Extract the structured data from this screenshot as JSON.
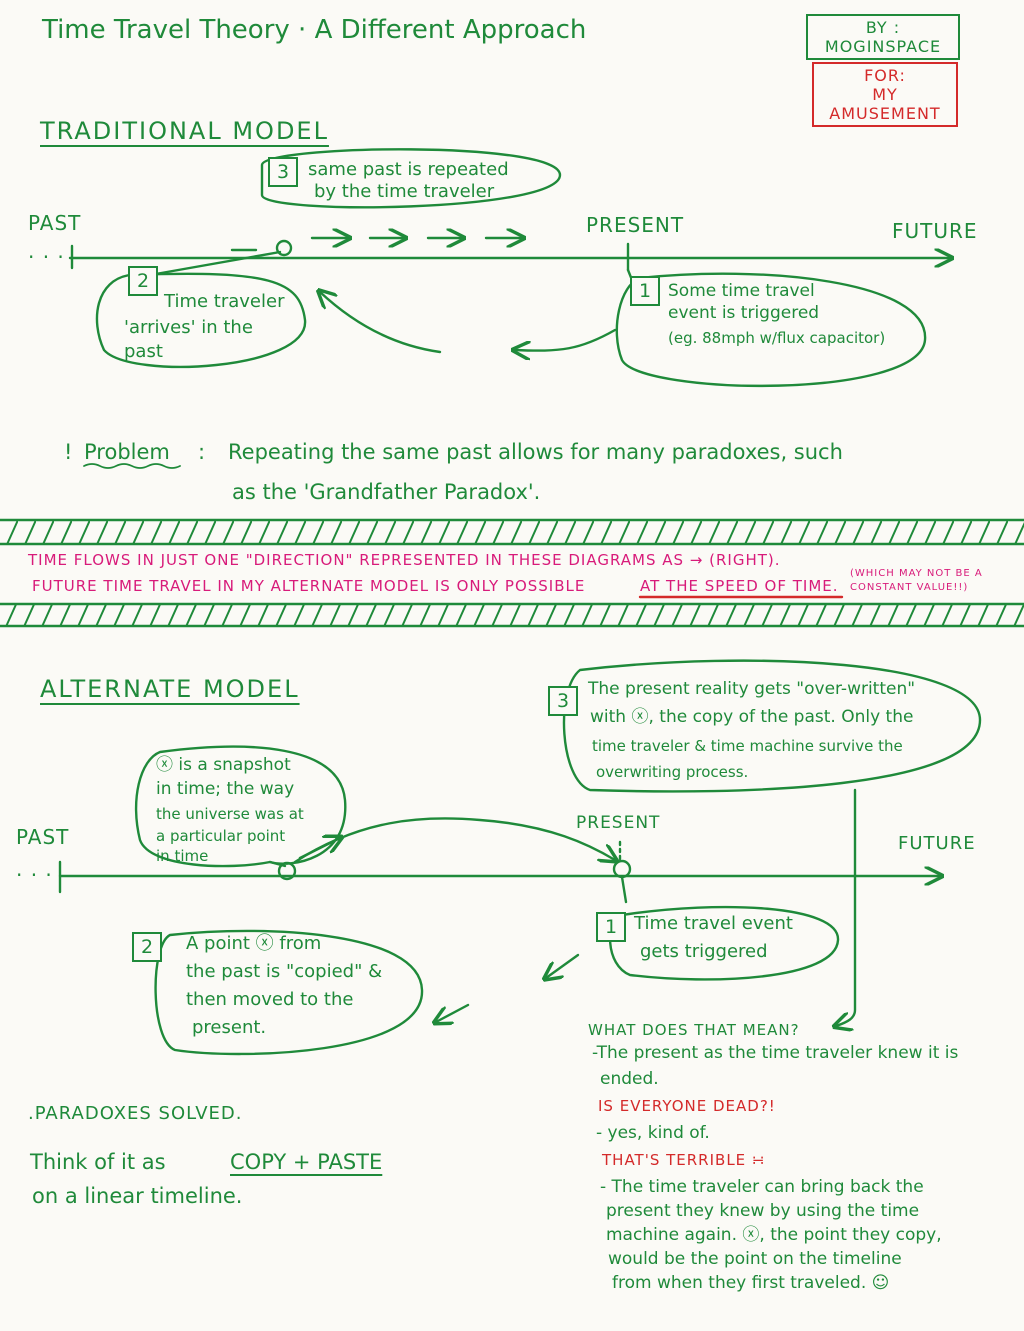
{
  "title": "Time Travel Theory · A Different Approach",
  "credits": {
    "by_label": "BY :",
    "author": "MOGINSPACE",
    "for_label": "FOR:",
    "purpose": "MY AMUSEMENT"
  },
  "traditional": {
    "heading": "TRADITIONAL MODEL",
    "past": "PAST",
    "dots": "· · ·",
    "present": "PRESENT",
    "future": "FUTURE",
    "step1_num": "1",
    "step1_line1": "Some time travel",
    "step1_line2": "event is triggered",
    "step1_line3": "(eg. 88mph w/flux capacitor)",
    "step2_num": "2",
    "step2_line1": "Time traveler",
    "step2_line2": "'arrives' in the",
    "step2_line3": "past",
    "step3_num": "3",
    "step3_line1": "same past is repeated",
    "step3_line2": "by the time traveler",
    "problem_mark": "!",
    "problem_label": "Problem",
    "problem_colon": ":",
    "problem_line1": "Repeating the same past allows for many paradoxes, such",
    "problem_line2": "as the 'Grandfather Paradox'."
  },
  "banner": {
    "line1": "TIME FLOWS IN JUST ONE \"DIRECTION\" REPRESENTED IN THESE DIAGRAMS AS → (RIGHT).",
    "line2_prefix": "FUTURE TIME TRAVEL IN MY ALTERNATE MODEL IS ONLY POSSIBLE",
    "line2_emph": "AT THE SPEED OF TIME.",
    "aside1": "(WHICH MAY NOT BE A",
    "aside2": "CONSTANT VALUE!!)"
  },
  "alternate": {
    "heading": "ALTERNATE MODEL",
    "past": "PAST",
    "dots": "· · ·",
    "present": "PRESENT",
    "future": "FUTURE",
    "snap_line1": "ⓧ is a snapshot",
    "snap_line2": "in time; the way",
    "snap_line3": "the universe was at",
    "snap_line4": "a particular point",
    "snap_line5": "in time",
    "step1_num": "1",
    "step1_line1": "Time travel event",
    "step1_line2": "gets triggered",
    "step2_num": "2",
    "step2_line1": "A point ⓧ from",
    "step2_line2": "the past is \"copied\" &",
    "step2_line3": "then moved to the",
    "step2_line4": "present.",
    "step3_num": "3",
    "step3_line1": "The present reality gets \"over-written\"",
    "step3_line2": "with ⓧ, the copy of the past. Only the",
    "step3_line3": "time traveler & time machine survive the",
    "step3_line4": "overwriting process.",
    "marker": "ⓧ"
  },
  "qa": {
    "q1": "WHAT DOES THAT MEAN?",
    "a1_line1": "-The present as the time traveler knew it is",
    "a1_line2": "ended.",
    "q2": "IS EVERYONE DEAD?!",
    "a2": "- yes, kind of.",
    "q3": "THAT'S TERRIBLE ∺",
    "a3_line1": "- The time traveler can bring back the",
    "a3_line2": "present they knew by using the time",
    "a3_line3": "machine again. ⓧ, the point they copy,",
    "a3_line4": "would be the point on the timeline",
    "a3_line5": "from when they first traveled. ☺"
  },
  "summary": {
    "line1": ".PARADOXES SOLVED.",
    "line2_prefix": "Think of it as",
    "line2_emph": "COPY + PASTE",
    "line3": "on a linear timeline."
  },
  "colors": {
    "green": "#1f8a3a",
    "magenta": "#d81b7a",
    "red": "#d42a2a"
  },
  "icons": {
    "arrow": "arrow-right-icon",
    "marker": "circled-x-icon",
    "smile": "smiley-icon"
  }
}
